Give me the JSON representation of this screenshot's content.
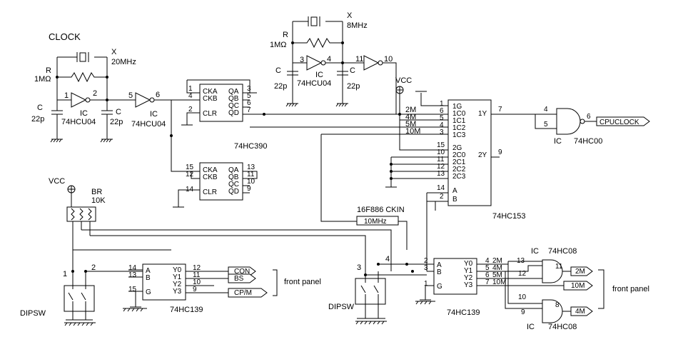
{
  "clock_title": "CLOCK",
  "osc20": {
    "xtal": "X",
    "freq": "20MHz",
    "r": "R",
    "r_val": "1MΩ",
    "c_left": "C",
    "c_left_val": "22p",
    "c_right": "C",
    "c_right_val": "22p",
    "ic": "IC",
    "ic_part": "74HCU04",
    "pin_in": "1",
    "pin_out": "2"
  },
  "buf5": {
    "ic": "IC",
    "part": "74HCU04",
    "pin_in": "5",
    "pin_out": "6"
  },
  "osc8": {
    "xtal": "X",
    "freq": "8MHz",
    "r": "R",
    "r_val": "1MΩ",
    "c_left": "C",
    "c_left_val": "22p",
    "c_right": "C",
    "c_right_val": "22p",
    "ic": "IC",
    "ic_part": "74HCU04",
    "pin_in": "3",
    "pin_out": "4",
    "buf_in": "11",
    "buf_out": "10"
  },
  "hc390": {
    "part": "74HC390",
    "a": {
      "pins": [
        "CKA",
        "CKB",
        "CLR"
      ],
      "outs": [
        "QA",
        "QB",
        "QC",
        "QD"
      ],
      "in_nums": [
        "1",
        "4",
        "2"
      ],
      "out_nums": [
        "3",
        "5",
        "6",
        "7"
      ]
    },
    "b": {
      "pins": [
        "CKA",
        "CKB",
        "CLR"
      ],
      "outs": [
        "QA",
        "QB",
        "QC",
        "QD"
      ],
      "in_nums": [
        "15",
        "12",
        "14"
      ],
      "out_nums": [
        "13",
        "11",
        "10",
        "9"
      ]
    }
  },
  "hc153": {
    "part": "74HC153",
    "left_pins": [
      "1G",
      "1C0",
      "1C1",
      "1C2",
      "1C3",
      "2G",
      "2C0",
      "2C1",
      "2C2",
      "2C3",
      "A",
      "B"
    ],
    "left_nums": [
      "1",
      "6",
      "5",
      "4",
      "3",
      "15",
      "10",
      "11",
      "12",
      "13",
      "14",
      "2"
    ],
    "inputs": [
      "2M",
      "4M",
      "5M",
      "10M"
    ],
    "out1": "1Y",
    "out1_num": "7",
    "out2": "2Y",
    "out2_num": "9"
  },
  "vcc1": "VCC",
  "nand": {
    "ic": "IC",
    "part": "74HC00",
    "in1": "4",
    "in2": "5",
    "out": "6",
    "net": "CPUCLOCK"
  },
  "pic_label": "16F886 CKIN",
  "pic_net": "10MHz",
  "vcc2": "VCC",
  "br": {
    "name": "BR",
    "value": "10K"
  },
  "dipsw1": {
    "label": "DIPSW",
    "p1": "1",
    "p2": "2"
  },
  "dec1": {
    "part": "74HC139",
    "ins": [
      "A",
      "B",
      "G"
    ],
    "in_nums": [
      "14",
      "13",
      "15"
    ],
    "outs": [
      "Y0",
      "Y1",
      "Y2",
      "Y3"
    ],
    "out_nums": [
      "12",
      "11",
      "10",
      "9"
    ],
    "nets": [
      "CON",
      "BS",
      "CP/M"
    ]
  },
  "front_panel1": "front panel",
  "dipsw2": {
    "label": "DIPSW",
    "p3": "3",
    "p4": "4"
  },
  "dec2": {
    "part": "74HC139",
    "ins": [
      "A",
      "B",
      "G"
    ],
    "in_nums": [
      "2",
      "3",
      "1"
    ],
    "outs": [
      "Y0",
      "Y1",
      "Y2",
      "Y3"
    ],
    "out_nums": [
      "4",
      "5",
      "6",
      "7"
    ],
    "nets": [
      "2M",
      "4M",
      "5M",
      "10M"
    ]
  },
  "and_gates": {
    "ic": "IC",
    "part": "74HC08",
    "g1_in": [
      "13",
      "12"
    ],
    "g1_out": "11",
    "g2_in": [
      "10",
      "9"
    ],
    "g2_out": "8"
  },
  "out_nets": [
    "2M",
    "10M",
    "4M"
  ],
  "front_panel2": "front panel"
}
